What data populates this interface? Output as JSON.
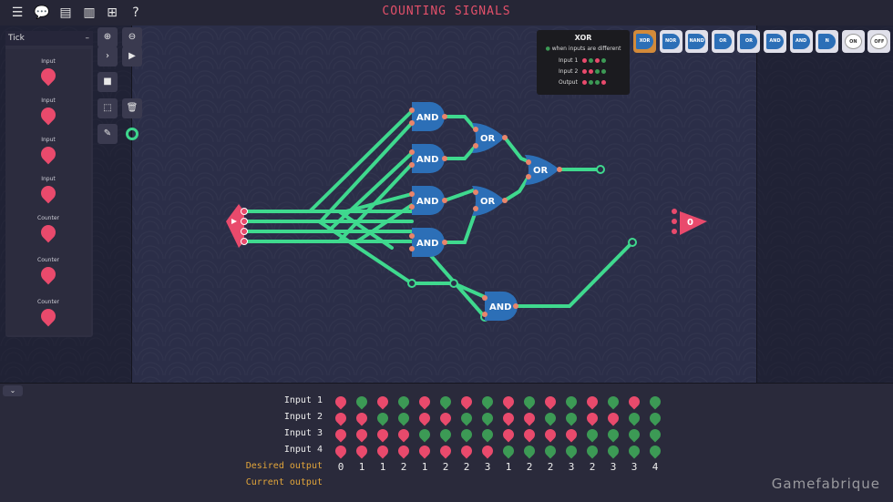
{
  "title": "COUNTING SIGNALS",
  "top_icons": [
    "menu-icon",
    "chat-icon",
    "document-icon",
    "book-icon",
    "hierarchy-icon",
    "help-icon"
  ],
  "panel": {
    "header": "Tick",
    "items": [
      {
        "label": "Input"
      },
      {
        "label": "Input"
      },
      {
        "label": "Input"
      },
      {
        "label": "Input"
      },
      {
        "label": "Counter"
      },
      {
        "label": "Counter"
      },
      {
        "label": "Counter"
      }
    ]
  },
  "gates": [
    {
      "label": "AND"
    },
    {
      "label": "AND"
    },
    {
      "label": "AND"
    },
    {
      "label": "AND"
    },
    {
      "label": "OR"
    },
    {
      "label": "OR"
    },
    {
      "label": "OR"
    },
    {
      "label": "AND"
    }
  ],
  "output_value": "0",
  "toolbox": [
    "XOR",
    "NOR",
    "NAND",
    "OR",
    "OR",
    "AND",
    "AND",
    "N",
    "ON",
    "OFF"
  ],
  "tooltip": {
    "title": "XOR",
    "desc": "when inputs are different",
    "rows": [
      {
        "label": "Input 1",
        "pattern": [
          "r",
          "g",
          "r",
          "g"
        ]
      },
      {
        "label": "Input 2",
        "pattern": [
          "r",
          "r",
          "g",
          "g"
        ]
      },
      {
        "label": "Output",
        "pattern": [
          "r",
          "g",
          "g",
          "r"
        ]
      }
    ]
  },
  "table": {
    "rows": [
      {
        "label": "Input 1",
        "values": [
          "r",
          "g",
          "r",
          "g",
          "r",
          "g",
          "r",
          "g",
          "r",
          "g",
          "r",
          "g",
          "r",
          "g",
          "r",
          "g"
        ]
      },
      {
        "label": "Input 2",
        "values": [
          "r",
          "r",
          "g",
          "g",
          "r",
          "r",
          "g",
          "g",
          "r",
          "r",
          "g",
          "g",
          "r",
          "r",
          "g",
          "g"
        ]
      },
      {
        "label": "Input 3",
        "values": [
          "r",
          "r",
          "r",
          "r",
          "g",
          "g",
          "g",
          "g",
          "r",
          "r",
          "r",
          "r",
          "g",
          "g",
          "g",
          "g"
        ]
      },
      {
        "label": "Input 4",
        "values": [
          "r",
          "r",
          "r",
          "r",
          "r",
          "r",
          "r",
          "r",
          "g",
          "g",
          "g",
          "g",
          "g",
          "g",
          "g",
          "g"
        ]
      }
    ],
    "desired_label": "Desired output",
    "desired": [
      "0",
      "1",
      "1",
      "2",
      "1",
      "2",
      "2",
      "3",
      "1",
      "2",
      "2",
      "3",
      "2",
      "3",
      "3",
      "4"
    ],
    "current_label": "Current output"
  },
  "watermark": "Gamefabrique",
  "colors": {
    "red": "#e94a6c",
    "green": "#3c9a55",
    "wire": "#3fd98e",
    "gate": "#2c6fb7",
    "title": "#e2506a",
    "orange": "#e2a53a"
  }
}
